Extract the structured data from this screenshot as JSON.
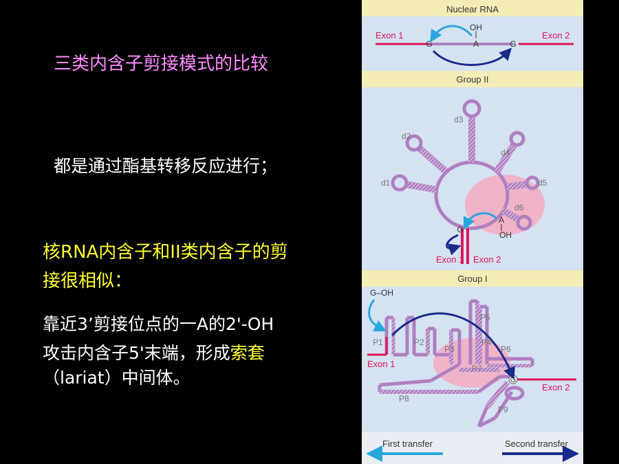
{
  "slide": {
    "title": "三类内含子剪接模式的比较",
    "point1": "都是通过酯基转移反应进行；",
    "point2_line1": "核RNA内含子和II类内含子的剪",
    "point2_line2": "接很相似：",
    "point3_line1": "靠近3’剪接位点的一A的2'-OH",
    "point3_line2_a": "攻击内含子5'末端，形成",
    "point3_line2_b": "索套",
    "point3_line3": "（lariat）中间体。"
  },
  "diagram": {
    "nuclear": {
      "header": "Nuclear RNA",
      "exon1": "Exon 1",
      "exon2": "Exon 2",
      "g1": "G",
      "a": "A",
      "oh": "OH",
      "g2": "G"
    },
    "group2": {
      "header": "Group II",
      "d1": "d1",
      "d2": "d2",
      "d3": "d3",
      "d4": "d4",
      "d5": "d5",
      "d6": "d6",
      "g": "G",
      "a": "A",
      "oh": "OH",
      "exon1": "Exon 1",
      "exon2": "Exon 2"
    },
    "group1": {
      "header": "Group I",
      "goh": "G–OH",
      "p1": "P1",
      "p2": "P2",
      "p3": "P3",
      "p4": "P4",
      "p5": "P5",
      "p6": "P6",
      "p7": "P7",
      "p8": "P8",
      "p9": "P9",
      "g": "G",
      "exon1": "Exon 1",
      "exon2": "Exon 2"
    },
    "legend": {
      "first": "First transfer",
      "second": "Second transfer"
    },
    "colors": {
      "panel_bg": "#d4e2f1",
      "header_bg": "#f5edb6",
      "intron": "#b07fc0",
      "exon": "#e0145a",
      "first_transfer": "#2aa7de",
      "second_transfer": "#1a2a8a",
      "highlight": "#f0b3c8"
    }
  }
}
